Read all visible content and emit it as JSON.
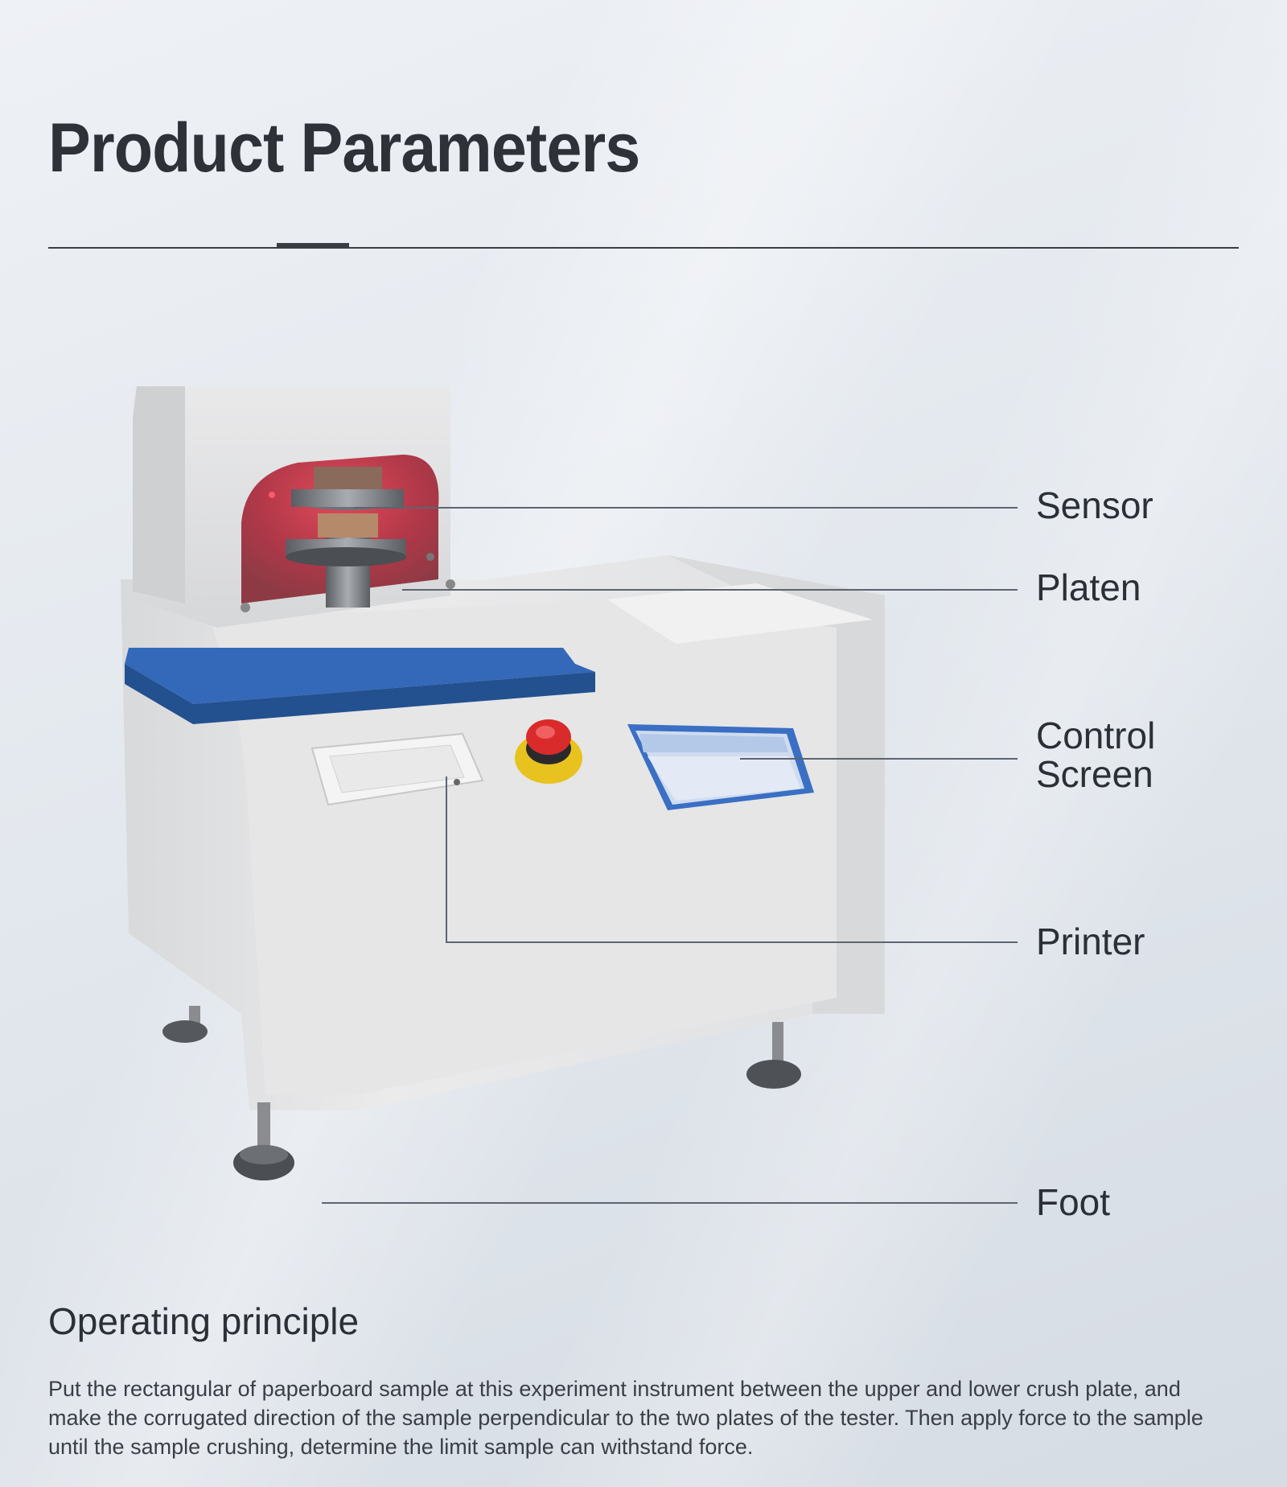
{
  "header": {
    "title": "Product Parameters"
  },
  "callouts": {
    "sensor": "Sensor",
    "platen": "Platen",
    "control_screen_line1": "Control",
    "control_screen_line2": "Screen",
    "printer": "Printer",
    "foot": "Foot"
  },
  "operating": {
    "title": "Operating principle",
    "text": "Put the rectangular of paperboard sample at this experiment instrument between the upper and lower crush plate, and make the corrugated direction of the sample perpendicular to the two plates of the tester. Then apply force to the sample until the sample crushing, determine the limit sample can withstand force."
  },
  "colors": {
    "accent_blue": "#3a6fc4",
    "emergency_red": "#d92b2b",
    "emergency_yellow": "#e8c21e",
    "text_dark": "#2b2f36"
  }
}
